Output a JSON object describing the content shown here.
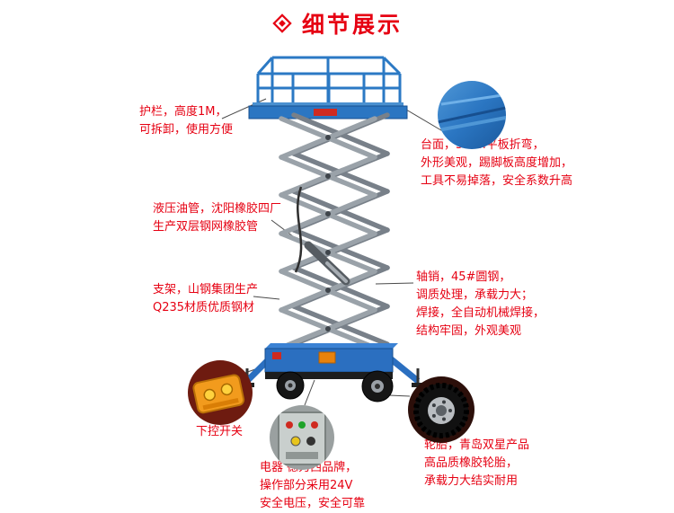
{
  "header": {
    "title": "细节展示",
    "icon": "diamond-icon",
    "accent_color": "#e60012"
  },
  "callouts": {
    "guardrail": {
      "text": "护栏，高度1M，\n可拆卸，使用方便"
    },
    "platform": {
      "text": "台面，5mm平板折弯，\n外形美观，踢脚板高度增加，\n工具不易掉落，安全系数升高"
    },
    "hydraulic_hose": {
      "text": "液压油管，沈阳橡胶四厂\n生产双层钢网橡胶管"
    },
    "support_frame": {
      "text": "支架，山钢集团生产\nQ235材质优质钢材"
    },
    "axle_pin": {
      "text": "轴销，45#圆钢，\n调质处理，承载力大；\n焊接，全自动机械焊接，\n结构牢固，外观美观"
    },
    "lower_control_switch": {
      "text": "下控开关"
    },
    "electrical": {
      "text": "电器 德力西品牌，\n操作部分采用24V\n安全电压，安全可靠"
    },
    "tires": {
      "text": "轮胎，青岛双星产品\n高品质橡胶轮胎，\n承载力大结实耐用"
    }
  },
  "colors": {
    "title": "#e60012",
    "callout_text": "#e60012",
    "lift_blue": "#2b76c2",
    "scissor_gray": "#9aa2a9",
    "leader_line": "#4a4a4a"
  }
}
